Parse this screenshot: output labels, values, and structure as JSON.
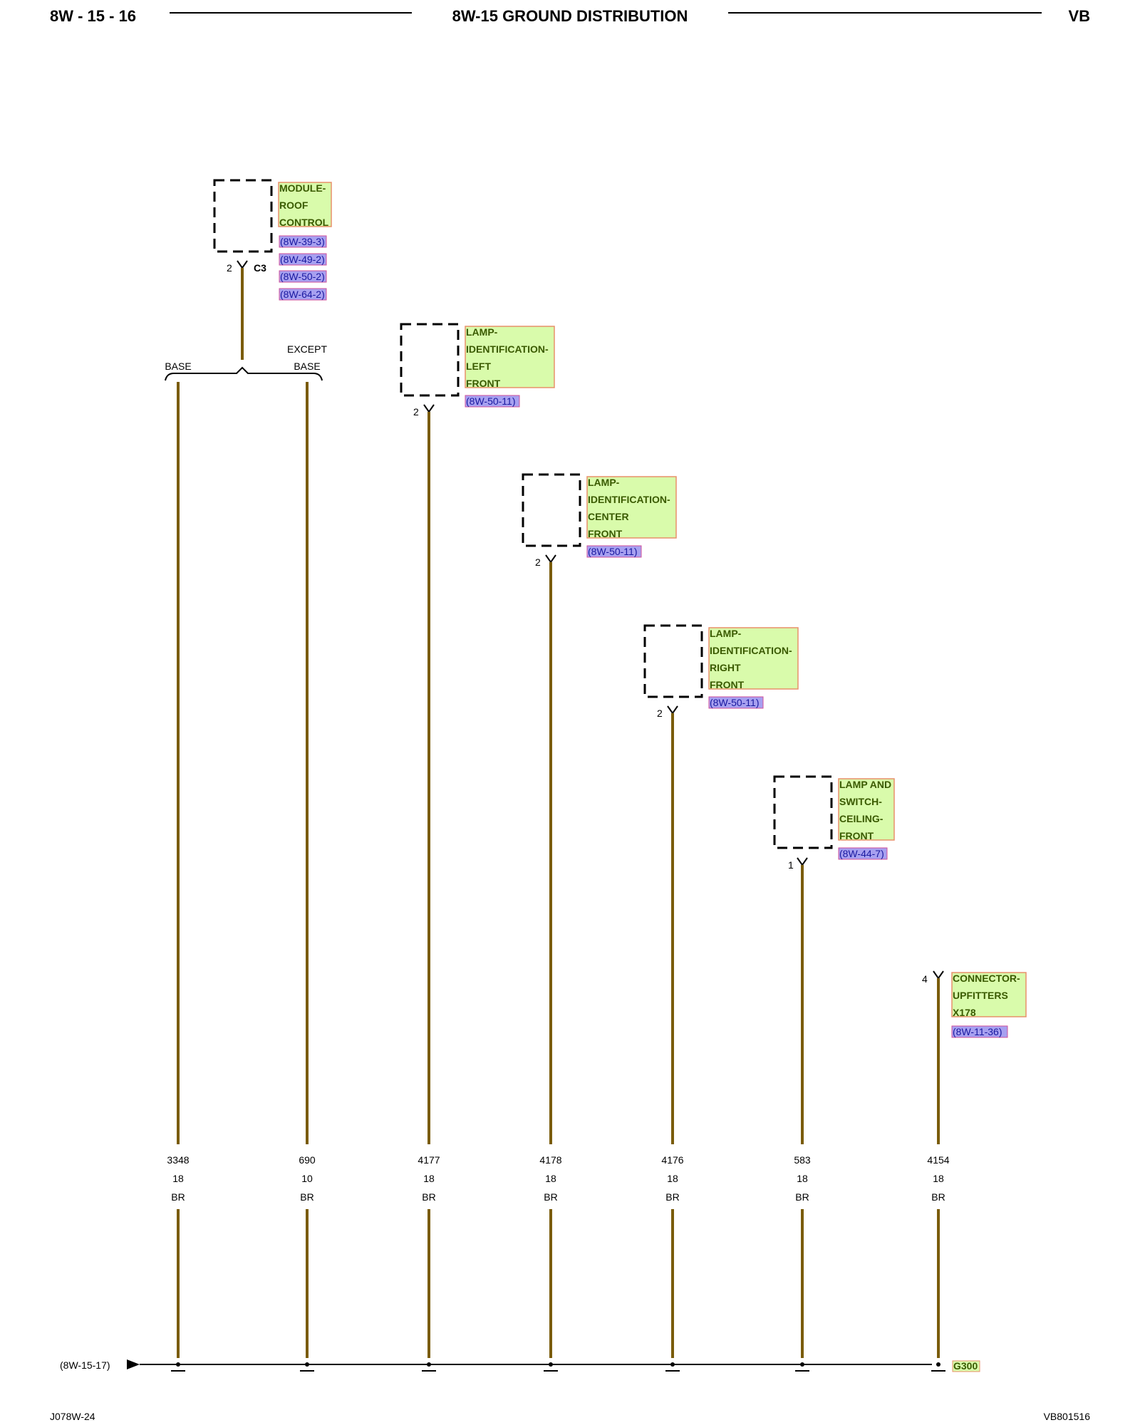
{
  "header": {
    "page_left": "8W - 15 - 16",
    "title": "8W-15 GROUND DISTRIBUTION",
    "page_right": "VB"
  },
  "footer": {
    "left": "J078W-24",
    "right": "VB801516"
  },
  "components": [
    {
      "name_lines": [
        "MODULE-",
        "ROOF",
        "CONTROL"
      ],
      "refs": [
        "(8W-39-3)",
        "(8W-49-2)",
        "(8W-50-2)",
        "(8W-64-2)"
      ],
      "pin": "2",
      "connector": "C3"
    },
    {
      "name_lines": [
        "LAMP-",
        "IDENTIFICATION-",
        "LEFT",
        "FRONT"
      ],
      "refs": [
        "(8W-50-11)"
      ],
      "pin": "2",
      "connector": ""
    },
    {
      "name_lines": [
        "LAMP-",
        "IDENTIFICATION-",
        "CENTER",
        "FRONT"
      ],
      "refs": [
        "(8W-50-11)"
      ],
      "pin": "2",
      "connector": ""
    },
    {
      "name_lines": [
        "LAMP-",
        "IDENTIFICATION-",
        "RIGHT",
        "FRONT"
      ],
      "refs": [
        "(8W-50-11)"
      ],
      "pin": "2",
      "connector": ""
    },
    {
      "name_lines": [
        "LAMP AND",
        "SWITCH-",
        "CEILING-",
        "FRONT"
      ],
      "refs": [
        "(8W-44-7)"
      ],
      "pin": "1",
      "connector": ""
    },
    {
      "name_lines": [
        "CONNECTOR-",
        "UPFITTERS",
        "X178"
      ],
      "refs": [
        "(8W-11-36)"
      ],
      "pin": "4",
      "connector": ""
    }
  ],
  "branch": {
    "left_label": "BASE",
    "right_label_line1": "EXCEPT",
    "right_label_line2": "BASE"
  },
  "wires": [
    {
      "circuit": "3348",
      "gauge": "18",
      "color": "BR"
    },
    {
      "circuit": "690",
      "gauge": "10",
      "color": "BR"
    },
    {
      "circuit": "4177",
      "gauge": "18",
      "color": "BR"
    },
    {
      "circuit": "4178",
      "gauge": "18",
      "color": "BR"
    },
    {
      "circuit": "4176",
      "gauge": "18",
      "color": "BR"
    },
    {
      "circuit": "583",
      "gauge": "18",
      "color": "BR"
    },
    {
      "circuit": "4154",
      "gauge": "18",
      "color": "BR"
    }
  ],
  "bus": {
    "left_ref": "(8W-15-17)",
    "ground_label": "G300"
  },
  "colors": {
    "wire": "#7a5c0b",
    "component_fill": "#d9fbab",
    "component_border": "#e8906a",
    "ref_fill": "#a7a0f0",
    "ref_border": "#d0509a"
  }
}
